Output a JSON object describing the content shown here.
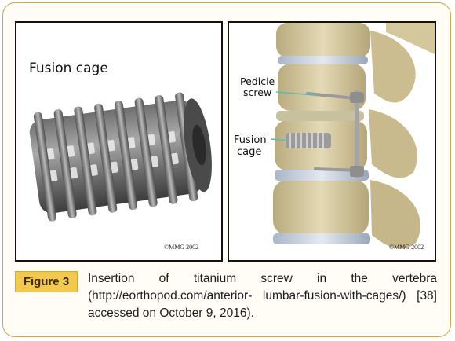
{
  "figure": {
    "left_panel": {
      "label": "Fusion cage",
      "copyright": "©MMG 2002"
    },
    "right_panel": {
      "label_screw": "Pedicle screw",
      "label_screw_line1": "Pedicle",
      "label_screw_line2": "screw",
      "label_cage_line1": "Fusion",
      "label_cage_line2": "cage",
      "copyright": "©MMG 2002"
    }
  },
  "caption": {
    "badge": "Figure 3",
    "text": "Insertion of titanium screw in the vertebra (http://eorthopod.com/anterior- lumbar-fusion-with-cages/) [38] accessed on October 9, 2016)."
  },
  "colors": {
    "frame_border": "#c9a84c",
    "badge_bg": "#f2c94c",
    "bone": "#d9cda4"
  }
}
